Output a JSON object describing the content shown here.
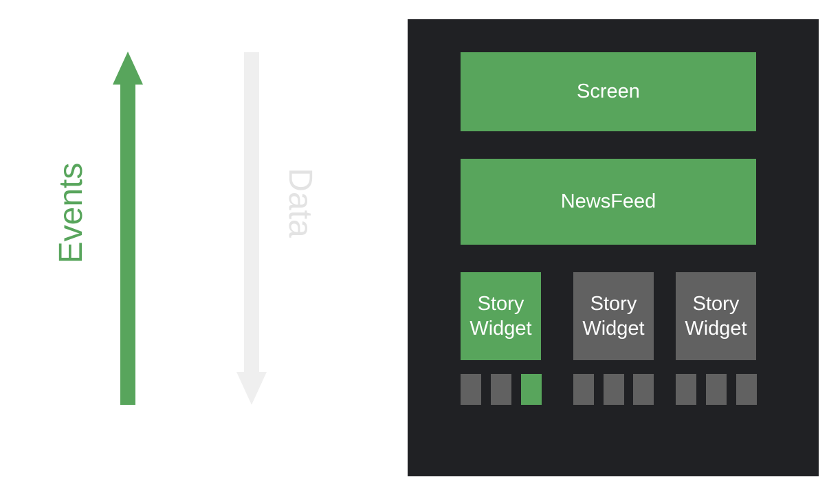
{
  "arrows": {
    "events_label": "Events",
    "data_label": "Data"
  },
  "panel": {
    "screen_label": "Screen",
    "newsfeed_label": "NewsFeed",
    "stories": [
      {
        "line1": "Story",
        "line2": "Widget",
        "highlighted": true
      },
      {
        "line1": "Story",
        "line2": "Widget",
        "highlighted": false
      },
      {
        "line1": "Story",
        "line2": "Widget",
        "highlighted": false
      }
    ],
    "leaf_groups": [
      [
        false,
        false,
        true
      ],
      [
        false,
        false,
        false
      ],
      [
        false,
        false,
        false
      ]
    ]
  },
  "colors": {
    "highlight": "#58a55c",
    "inactive": "#616161",
    "panel": "#202124",
    "data_arrow": "#efefef"
  }
}
